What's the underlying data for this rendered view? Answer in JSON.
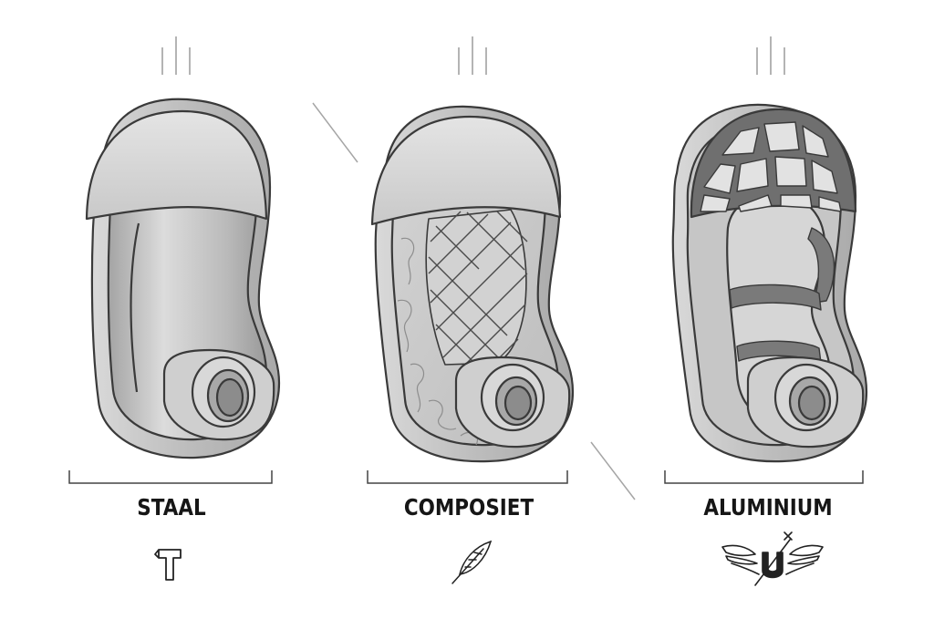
{
  "panels": [
    {
      "id": "staal",
      "label": "STAAL",
      "icon": "hammer-icon"
    },
    {
      "id": "composiet",
      "label": "COMPOSIET",
      "icon": "feather-icon"
    },
    {
      "id": "aluminium",
      "label": "ALUMINIUM",
      "icon": "winged-magnet-crossed-icon"
    }
  ],
  "colors": {
    "outline": "#3a3a3a",
    "metal_light": "#e6e6e6",
    "metal_mid": "#c4c4c4",
    "metal_dark": "#8c8c8c",
    "lattice": "#6f6f6f",
    "text": "#161616"
  }
}
